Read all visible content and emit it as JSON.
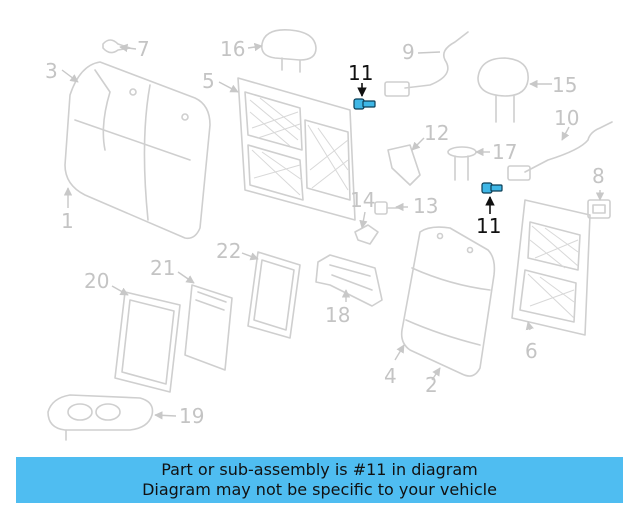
{
  "diagram": {
    "callouts": [
      "1",
      "2",
      "3",
      "4",
      "5",
      "6",
      "7",
      "8",
      "9",
      "10",
      "11",
      "11",
      "12",
      "13",
      "14",
      "15",
      "16",
      "17",
      "18",
      "19",
      "20",
      "21",
      "22"
    ],
    "highlighted_part": "11",
    "highlight_color": "#3fb7e6"
  },
  "banner": {
    "line1": "Part or sub-assembly is #11 in diagram",
    "line2": "Diagram may not be specific to your vehicle",
    "background": "#4fbdf1"
  }
}
